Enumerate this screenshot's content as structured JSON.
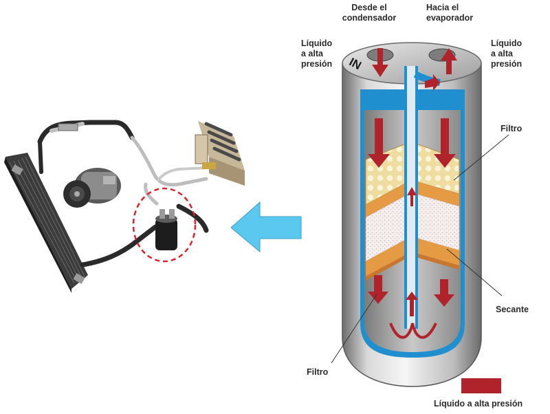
{
  "labels": {
    "from_condenser_line1": "Desde el",
    "from_condenser_line2": "condensador",
    "to_evaporator_line1": "Hacia el",
    "to_evaporator_line2": "evaporador",
    "hp_liquid_left_l1": "Líquido",
    "hp_liquid_left_l2": "a alta",
    "hp_liquid_left_l3": "presión",
    "hp_liquid_right_l1": "Líquido",
    "hp_liquid_right_l2": "a alta",
    "hp_liquid_right_l3": "presión",
    "filter_top": "Filtro",
    "desiccant": "Secante",
    "filter_bottom": "Filtro",
    "legend": "Líquido a alta presión",
    "in_marking": "IN"
  },
  "colors": {
    "refrigerant": "#b1232b",
    "arrow_blue": "#5bc8ef",
    "circle_highlight": "#d8232a",
    "tube_blue": "#1f8fd0"
  },
  "icons": {
    "pointer": "left-arrow-icon"
  }
}
